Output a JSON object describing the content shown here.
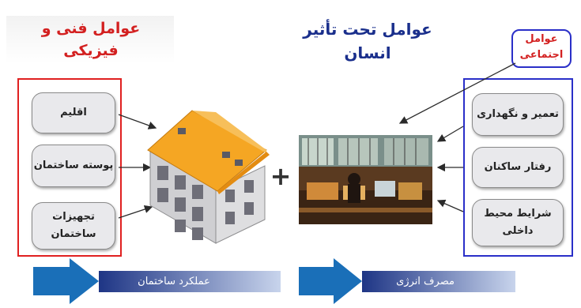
{
  "physical": {
    "title_line1": "عوامل فنی و",
    "title_line2": "فیزیکی",
    "items": [
      {
        "label": "اقلیم"
      },
      {
        "label": "پوسته ساختمان"
      },
      {
        "label_line1": "تجهیزات",
        "label_line2": "ساختمان"
      }
    ]
  },
  "human": {
    "title_line1": "عوامل تحت تأثیر",
    "title_line2": "انسان"
  },
  "social": {
    "title_line1": "عوامل",
    "title_line2": "اجتماعی",
    "items": [
      {
        "label": "تعمیر و نگهداری"
      },
      {
        "label": "رفتار ساکنان"
      },
      {
        "label_line1": "شرایط محیط",
        "label_line2": "داخلی"
      }
    ]
  },
  "operator": "+",
  "bottom": {
    "building_performance": "عملکرد ساختمان",
    "energy_consumption": "مصرف انرژی"
  },
  "colors": {
    "red": "#d32020",
    "blue": "#2a2fc8",
    "navy": "#1a2f8c",
    "arrow_blue": "#1a6fb8",
    "roof_orange": "#f5a623"
  }
}
